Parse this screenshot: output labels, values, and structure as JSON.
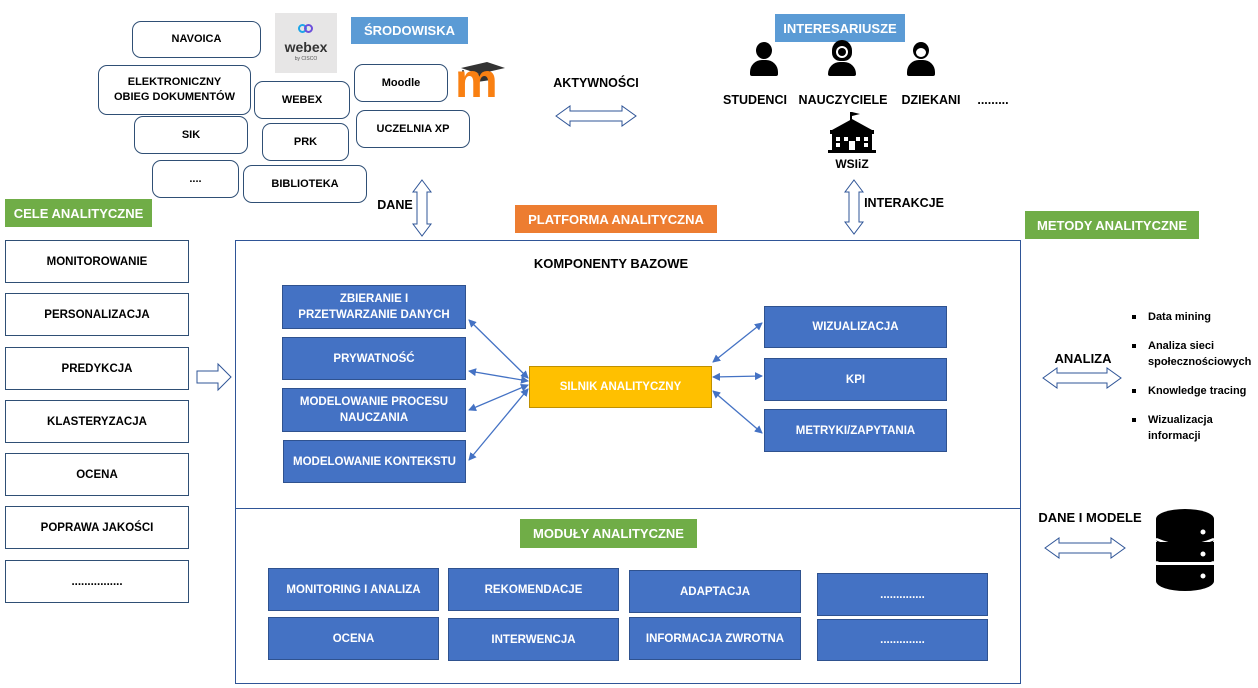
{
  "environments": {
    "title": "ŚRODOWISKA",
    "items": [
      "NAVOICA",
      "ELEKTRONICZNY OBIEG DOKUMENTÓW",
      "SIK",
      "....",
      "WEBEX",
      "PRK",
      "BIBLIOTEKA",
      "Moodle",
      "UCZELNIA XP"
    ],
    "webex_logo": {
      "word": "webex",
      "sub": "by CISCO"
    },
    "moodle_logo_letter": "m"
  },
  "stakeholders": {
    "title": "INTERESARIUSZE",
    "people": [
      "STUDENCI",
      "NAUCZYCIELE",
      "DZIEKANI",
      "........."
    ],
    "institution": "WSIiZ"
  },
  "flows": {
    "activities": "AKTYWNOŚCI",
    "data": "DANE",
    "interactions": "INTERAKCJE",
    "analysis": "ANALIZA",
    "data_models": "DANE I MODELE"
  },
  "goals": {
    "title": "CELE ANALITYCZNE",
    "items": [
      "MONITOROWANIE",
      "PERSONALIZACJA",
      "PREDYKCJA",
      "KLASTERYZACJA",
      "OCENA",
      "POPRAWA JAKOŚCI",
      "................"
    ]
  },
  "platform": {
    "title": "PLATFORMA ANALITYCZNA",
    "core_title": "KOMPONENTY BAZOWE",
    "left_components": [
      "ZBIERANIE I PRZETWARZANIE DANYCH",
      "PRYWATNOŚĆ",
      "MODELOWANIE PROCESU NAUCZANIA",
      "MODELOWANIE KONTEKSTU"
    ],
    "engine": "SILNIK ANALITYCZNY",
    "right_components": [
      "WIZUALIZACJA",
      "KPI",
      "METRYKI/ZAPYTANIA"
    ],
    "modules_title": "MODUŁY ANALITYCZNE",
    "modules": [
      "MONITORING I ANALIZA",
      "REKOMENDACJE",
      "ADAPTACJA",
      "..............",
      "OCENA",
      "INTERWENCJA",
      "INFORMACJA ZWROTNA",
      ".............."
    ]
  },
  "methods": {
    "title": "METODY ANALITYCZNE",
    "items": [
      "Data mining",
      "Analiza sieci społecznościowych",
      "Knowledge tracing",
      "Wizualizacja informacji"
    ]
  },
  "colors": {
    "green": "#70ad47",
    "orange": "#ed7d31",
    "tag_blue": "#5b9bd5",
    "component_blue": "#4472c4",
    "engine_yellow": "#ffc000"
  },
  "icons": [
    "student-icon",
    "teacher-icon",
    "dean-icon",
    "university-building-icon",
    "database-icon"
  ]
}
